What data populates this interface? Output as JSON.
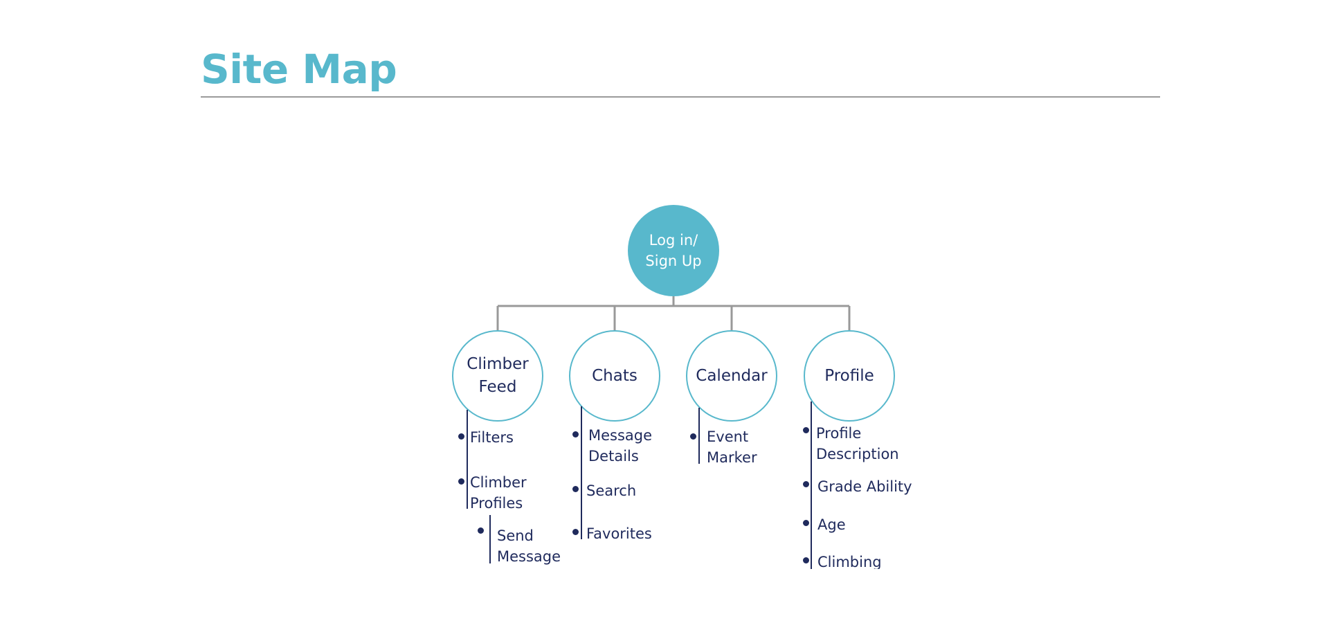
{
  "title": "Site Map",
  "colors": {
    "accent": "#58b8cc",
    "rule": "#9a9a9a",
    "text": "#1f2a5c",
    "connector": "#999999"
  },
  "root": {
    "label": "Log in/\nSign Up"
  },
  "sections": [
    {
      "label": "Climber\nFeed",
      "items": [
        "Filters",
        "Climber\nProfiles"
      ],
      "subitems": [
        "Send\nMessage"
      ]
    },
    {
      "label": "Chats",
      "items": [
        "Message\nDetails",
        "Search",
        "Favorites"
      ]
    },
    {
      "label": "Calendar",
      "items": [
        "Event\nMarker"
      ]
    },
    {
      "label": "Profile",
      "items": [
        "Profile\nDescription",
        "Grade Ability",
        "Age",
        "Climbing"
      ]
    }
  ]
}
